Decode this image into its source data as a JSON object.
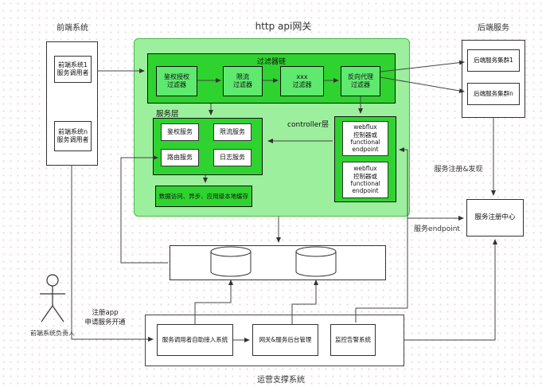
{
  "title": "http api网关",
  "frontend": {
    "label": "前端系统",
    "box1": "前端系统1\n服务调用者",
    "box2": "前端系统n\n服务调用者"
  },
  "gateway": {
    "filter_chain_label": "过滤器链",
    "filters": [
      "鉴权授权\n过滤器",
      "限流\n过滤器",
      "xxx\n过滤器",
      "反向代理\n过滤器"
    ],
    "service_layer_label": "服务层",
    "services": [
      "鉴权服务",
      "限流服务",
      "路由服务",
      "日志服务"
    ],
    "note": "数据访问、异步、应用级本地缓存",
    "controller_label": "controller层",
    "controllers": [
      "webflux\n控制器或\nfunctional\nendpoint",
      "webflux\n控制器或\nfunctional\nendpoint"
    ]
  },
  "backend": {
    "label": "后端服务",
    "cluster1": "后端服务集群1",
    "cluster2": "后端服务集群n"
  },
  "registry": {
    "box": "服务注册中心",
    "register_discover": "服务注册&发现",
    "endpoint": "服务endpoint"
  },
  "ops": {
    "label": "运营支撑系统",
    "box1": "服务调用者自助接入系统",
    "box2": "网关&服务后台管理",
    "box3": "监控告警系统"
  },
  "actor": {
    "label": "前端系统负责人",
    "annotation": "注册app\n申请服务开通"
  },
  "colors": {
    "green_bright": "#2fd32f",
    "green_light": "#9cef9c",
    "green_filter": "#5fe96f"
  }
}
